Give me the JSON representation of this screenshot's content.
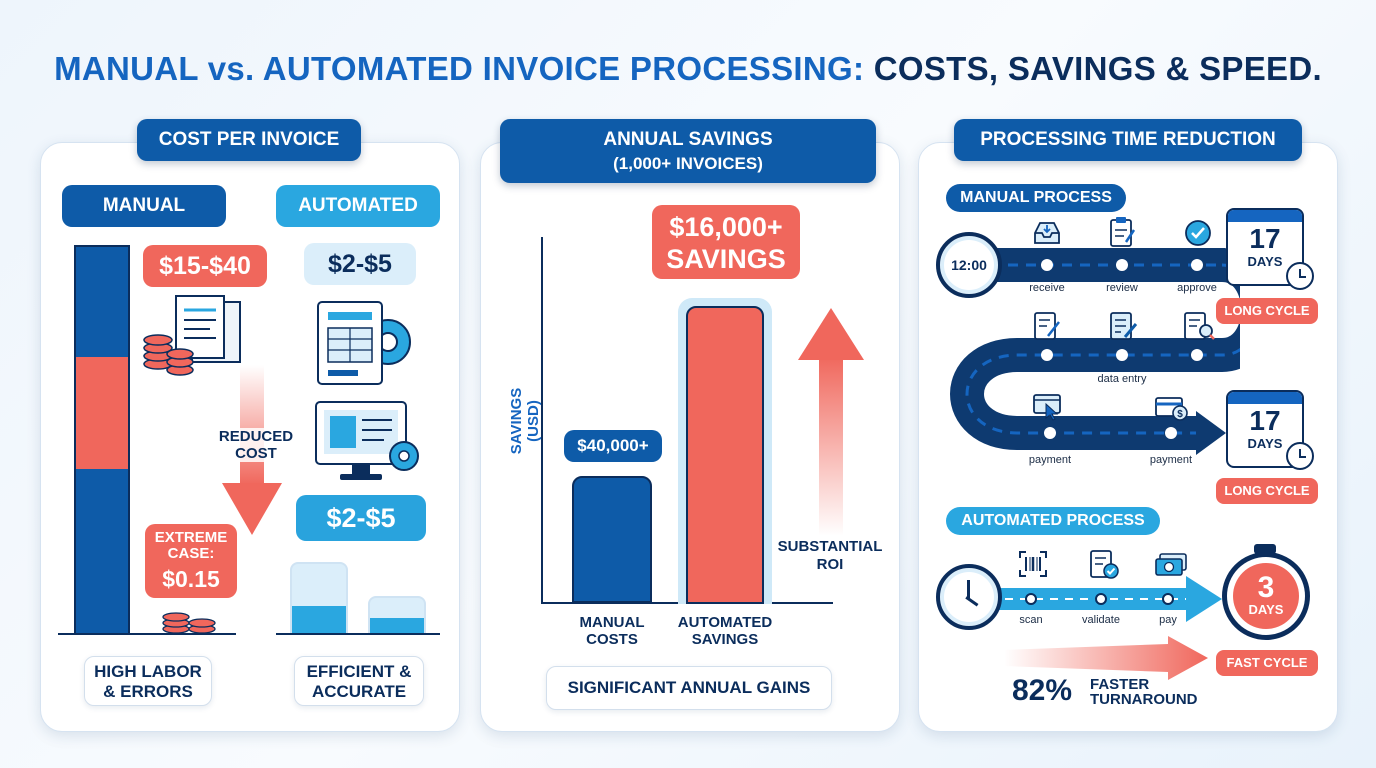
{
  "title": {
    "part1": "MANUAL vs. AUTOMATED INVOICE PROCESSING:",
    "part2": "COSTS, SAVINGS & SPEED."
  },
  "cost_panel": {
    "header": "COST PER INVOICE",
    "manual_label": "MANUAL",
    "automated_label": "AUTOMATED",
    "manual_cost": "$15-$40",
    "automated_cost_top": "$2-$5",
    "automated_cost_mid": "$2-$5",
    "reduced_cost": "REDUCED\nCOST",
    "extreme_case_label": "EXTREME\nCASE:",
    "extreme_case_value": "$0.15",
    "manual_footer": "HIGH LABOR\n& ERRORS",
    "automated_footer": "EFFICIENT &\nACCURATE"
  },
  "savings_panel": {
    "header_line1": "ANNUAL SAVINGS",
    "header_line2": "(1,000+ INVOICES)",
    "y_axis_label": "SAVINGS (USD)",
    "manual_value": "$40,000+",
    "automated_value_line1": "$16,000+",
    "automated_value_line2": "SAVINGS",
    "manual_bar_label": "MANUAL\nCOSTS",
    "automated_bar_label": "AUTOMATED\nSAVINGS",
    "roi_label": "SUBSTANTIAL\nROI",
    "footer": "SIGNIFICANT ANNUAL GAINS"
  },
  "time_panel": {
    "header": "PROCESSING TIME REDUCTION",
    "manual_section": "MANUAL PROCESS",
    "clock_time": "12:00",
    "manual_steps_row1": [
      "receive",
      "review",
      "approve"
    ],
    "manual_step_row2": "data entry",
    "manual_steps_row3": [
      "payment",
      "payment"
    ],
    "manual_days_1": "17",
    "manual_days_2": "17",
    "days_label": "DAYS",
    "long_cycle_1": "LONG CYCLE",
    "long_cycle_2": "LONG CYCLE",
    "automated_section": "AUTOMATED PROCESS",
    "auto_steps": [
      "scan",
      "validate",
      "pay"
    ],
    "auto_days": "3",
    "fast_cycle": "FAST CYCLE",
    "faster_percent": "82%",
    "faster_label": "FASTER\nTURNAROUND"
  },
  "colors": {
    "navy": "#0b2d5c",
    "blue": "#1565c0",
    "light_blue": "#29a3dd",
    "red": "#f0675c"
  }
}
